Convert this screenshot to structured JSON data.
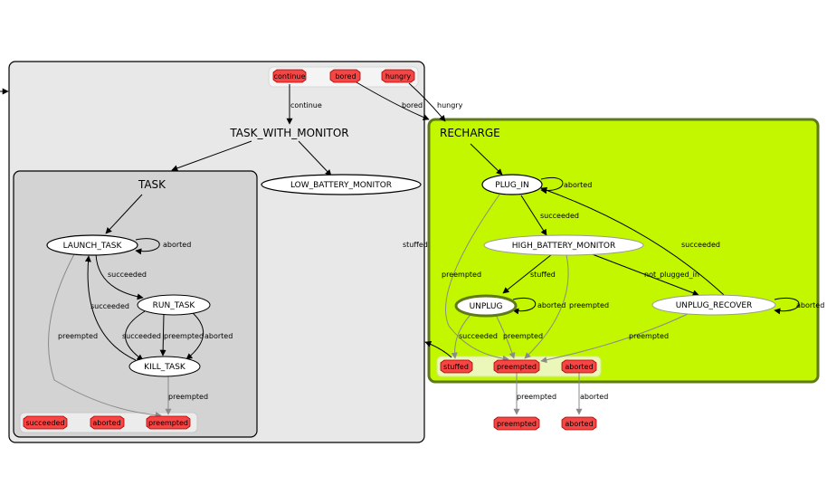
{
  "colors": {
    "outer_fill": "#e8e8e8",
    "task_fill": "#d3d3d3",
    "recharge_fill": "#c2f700",
    "recharge_border": "#5e7a1a",
    "outcome_fill": "#f54646",
    "active_state_border": "#5e7a1a",
    "transition_edge": "#000000",
    "preempt_edge": "#8a8a8a"
  },
  "outer": {
    "outcomes": {
      "continue": "continue",
      "bored": "bored",
      "hungry": "hungry"
    }
  },
  "states": {
    "task_with_monitor": "TASK_WITH_MONITOR",
    "low_battery_monitor": "LOW_BATTERY_MONITOR"
  },
  "task": {
    "title": "TASK",
    "states": {
      "launch_task": "LAUNCH_TASK",
      "run_task": "RUN_TASK",
      "kill_task": "KILL_TASK"
    },
    "outcomes": {
      "succeeded": "succeeded",
      "aborted": "aborted",
      "preempted": "preempted"
    }
  },
  "recharge": {
    "title": "RECHARGE",
    "states": {
      "plug_in": "PLUG_IN",
      "high_battery_monitor": "HIGH_BATTERY_MONITOR",
      "unplug": "UNPLUG",
      "unplug_recover": "UNPLUG_RECOVER"
    },
    "outcomes": {
      "stuffed": "stuffed",
      "preempted": "preempted",
      "aborted": "aborted"
    }
  },
  "external_outcomes": {
    "preempted": "preempted",
    "aborted": "aborted"
  },
  "edge_labels": {
    "continue": "continue",
    "bored": "bored",
    "hungry": "hungry",
    "stuffed_main": "stuffed",
    "launch_aborted": "aborted",
    "launch_succeeded": "succeeded",
    "launch_preempted": "preempted",
    "run_succeeded": "succeeded",
    "run_succeeded2": "succeeded",
    "run_preempted": "preempted",
    "run_aborted": "aborted",
    "kill_preempted": "preempted",
    "plugin_aborted": "aborted",
    "plugin_succeeded": "succeeded",
    "plugin_preempted": "preempted",
    "hbm_stuffed": "stuffed",
    "hbm_preempted": "preempted",
    "hbm_not_plugged_in": "not_plugged_in",
    "unplug_aborted": "aborted",
    "unplug_succeeded": "succeeded",
    "unplug_preempted": "preempted",
    "recover_aborted": "aborted",
    "recover_succeeded": "succeeded",
    "recover_preempted": "preempted",
    "out_preempted": "preempted",
    "out_aborted": "aborted"
  }
}
